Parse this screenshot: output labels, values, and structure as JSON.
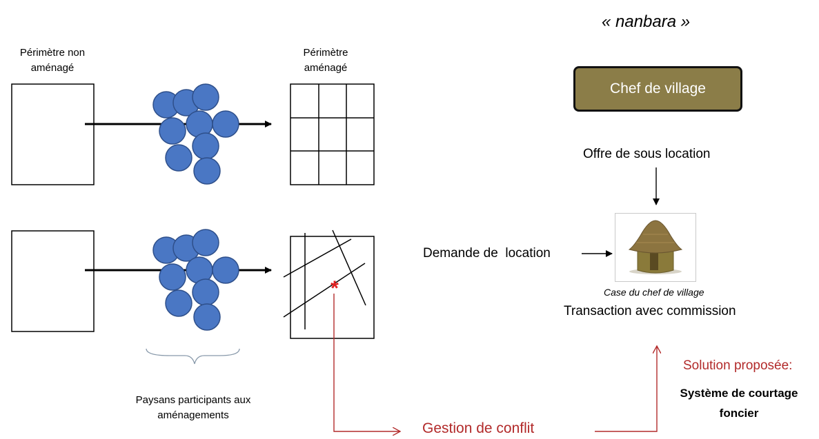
{
  "title": "« nanbara »",
  "top_row": {
    "left_label": "Périmètre non aménagé",
    "right_label": "Périmètre aménagé"
  },
  "participants_label": "Paysans participants aux aménagements",
  "conflict_label": "Gestion de conflit",
  "chief_box_label": "Chef de village",
  "offer_label": "Offre de sous location",
  "demand_label": "Demande de  location",
  "hut_caption": "Case du chef de village",
  "transaction_label": "Transaction avec commission",
  "solution": {
    "heading": "Solution proposée:",
    "name": "Système de courtage foncier"
  },
  "colors": {
    "circle_fill": "#4a77c4",
    "circle_stroke": "#2e4f8a",
    "accent_red": "#b22a2a",
    "chief_box": "#8b7d48",
    "conflict_marker": "#e02020"
  },
  "icons": {
    "hut": "hut-icon",
    "conflict_marker": "asterisk-icon"
  }
}
